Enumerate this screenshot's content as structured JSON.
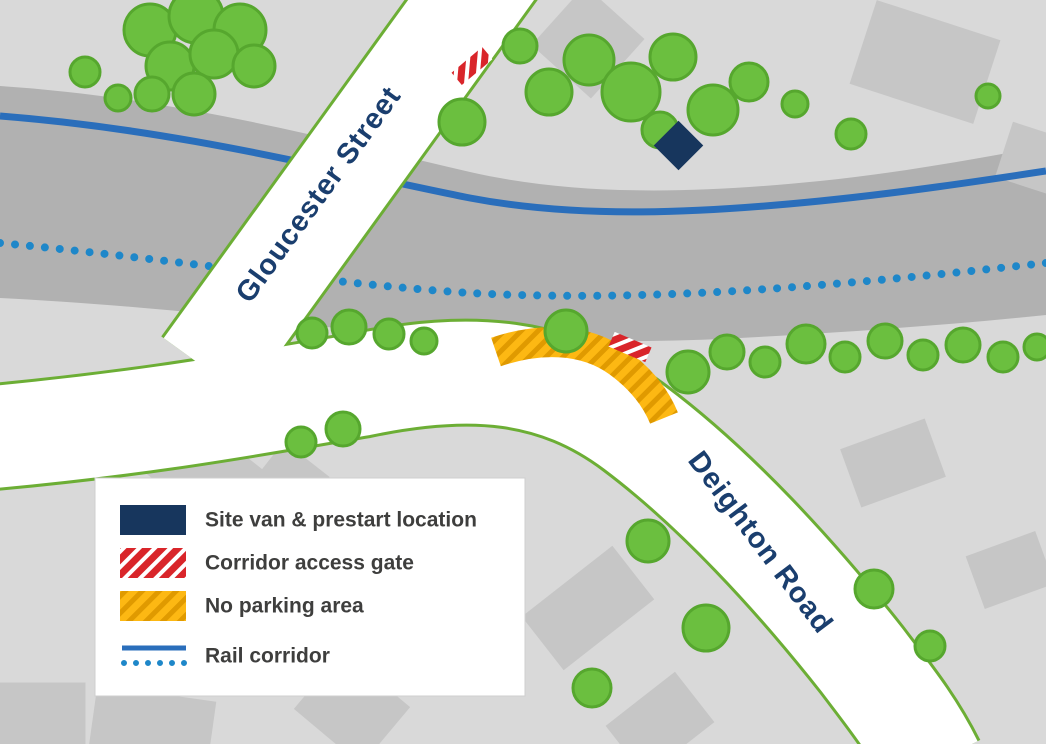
{
  "streets": [
    {
      "name": "Gloucester Street"
    },
    {
      "name": "Deighton Road"
    }
  ],
  "legend": {
    "items": [
      {
        "id": "site-van",
        "label": "Site van & prestart location",
        "swatch": "navy-solid"
      },
      {
        "id": "access-gate",
        "label": "Corridor access gate",
        "swatch": "red-white-hatched"
      },
      {
        "id": "no-parking",
        "label": "No parking area",
        "swatch": "yellow-hatched"
      },
      {
        "id": "rail-corridor",
        "label": "Rail corridor",
        "swatch": "blue-solid-and-dotted-line"
      }
    ]
  },
  "markers": {
    "site_van_count": "1",
    "access_gate_count": "2"
  },
  "colors": {
    "navy": "#17365D",
    "red": "#D9252A",
    "hatch_white": "#FFFFFF",
    "yellow": "#FDB813",
    "yellow_stripe": "#E09A00",
    "rail_blue": "#2A6EBB",
    "rail_dot_blue": "#1E87C9",
    "road_edge_green": "#6CAE35",
    "tree_green": "#6BBF3F",
    "background_gray": "#D9D9D9",
    "corridor_gray": "#B1B1B1",
    "building_gray": "#C6C6C6",
    "legend_text": "#3E3E3D"
  }
}
